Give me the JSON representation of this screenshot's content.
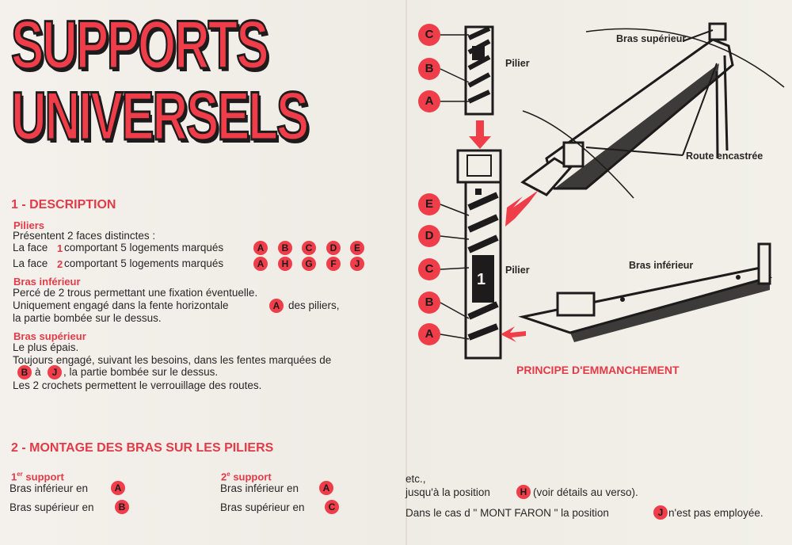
{
  "title": {
    "line1": "SUPPORTS",
    "line2": "UNIVERSELS"
  },
  "section1": {
    "heading": "1 - DESCRIPTION",
    "piliers": {
      "label": "Piliers",
      "intro": "Présentent 2 faces distinctes :",
      "face1": {
        "prefix": "La face",
        "number": "1",
        "text": "comportant 5 logements marqués",
        "letters": [
          "A",
          "B",
          "C",
          "D",
          "E"
        ]
      },
      "face2": {
        "prefix": "La face",
        "number": "2",
        "text": "comportant 5 logements marqués",
        "letters": [
          "A",
          "H",
          "G",
          "F",
          "J"
        ]
      }
    },
    "bras_inferieur": {
      "label": "Bras inférieur",
      "l1": "Percé de 2 trous permettant une fixation éventuelle.",
      "l2": "Uniquement engagé dans la fente horizontale",
      "l2_letter": "A",
      "l2_end": "des piliers,",
      "l3": "la partie bombée sur le dessus."
    },
    "bras_superieur": {
      "label": "Bras supérieur",
      "l1": "Le plus épais.",
      "l2": "Toujours engagé, suivant les besoins, dans les fentes marquées de",
      "l3_from": "B",
      "l3_mid": "à",
      "l3_to": "J",
      "l3_end": ", la partie bombée sur le dessus.",
      "l4": "Les 2 crochets permettent le verrouillage des routes."
    }
  },
  "section2": {
    "heading": "2 - MONTAGE DES BRAS SUR LES PILIERS",
    "support1": {
      "label_num": "1",
      "label_sup": "er",
      "label_text": "support",
      "inf": "Bras inférieur en",
      "inf_letter": "A",
      "sup": "Bras supérieur en",
      "sup_letter": "B"
    },
    "support2": {
      "label_num": "2",
      "label_sup": "e",
      "label_text": "support",
      "inf": "Bras inférieur en",
      "inf_letter": "A",
      "sup": "Bras supérieur en",
      "sup_letter": "C"
    },
    "etc": "etc.,",
    "jusqua": "jusqu'à la position",
    "jusqua_letter": "H",
    "jusqua_end": "(voir détails au verso).",
    "dans": "Dans le cas d  \" MONT FARON \" la position",
    "dans_letter": "J",
    "dans_end": "n'est pas employée."
  },
  "diagram": {
    "top_letters": [
      "C",
      "B",
      "A"
    ],
    "bottom_letters": [
      "E",
      "D",
      "C",
      "B",
      "A"
    ],
    "pilier_top": "Pilier",
    "pilier_bottom": "Pilier",
    "face_number": "1",
    "bras_superieur": "Bras supérieur",
    "route_encastree": "Route encastrée",
    "bras_inferieur": "Bras inférieur",
    "caption": "PRINCIPE D'EMMANCHEMENT",
    "colors": {
      "red": "#ef3d4a",
      "ink": "#1d1b1b"
    }
  }
}
